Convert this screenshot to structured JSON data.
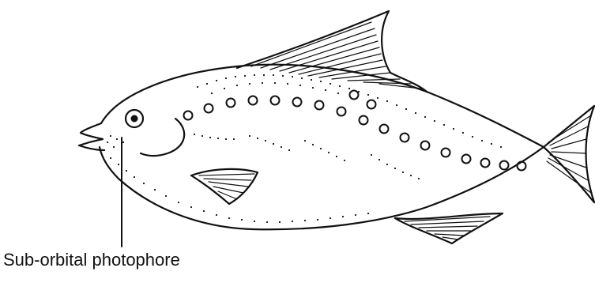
{
  "figure": {
    "subject": "fish",
    "style": "black ink line drawing on white",
    "ink_color": "#111111",
    "background_color": "#ffffff",
    "lateral_photophore_count": 19
  },
  "annotation": {
    "label": "Sub-orbital photophore"
  }
}
